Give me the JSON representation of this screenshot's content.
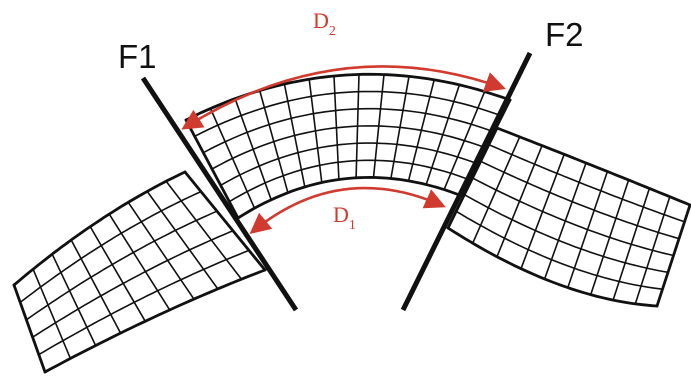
{
  "labels": {
    "fault_left": "F1",
    "fault_right": "F2",
    "outer_distance": "D",
    "outer_distance_sub": "2",
    "inner_distance": "D",
    "inner_distance_sub": "1"
  },
  "colors": {
    "ink": "#111111",
    "measure": "#d03a2f",
    "background": "#ffffff"
  }
}
